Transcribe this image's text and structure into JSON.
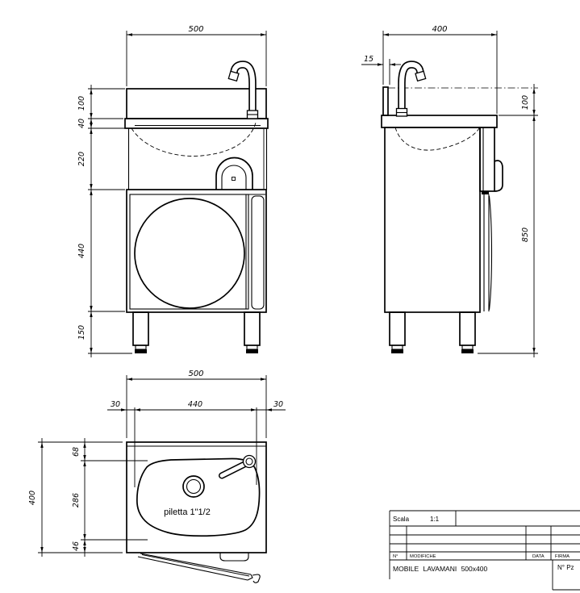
{
  "front": {
    "dim_width": "500",
    "dim_h100": "100",
    "dim_h40": "40",
    "dim_h220": "220",
    "dim_h440": "440",
    "dim_h150": "150"
  },
  "side": {
    "dim_width": "400",
    "dim_offset": "15",
    "dim_top": "100",
    "dim_height": "850"
  },
  "plan": {
    "dim_width": "500",
    "dim_left": "30",
    "dim_inner": "440",
    "dim_right": "30",
    "dim_depth": "400",
    "dim_d68": "68",
    "dim_d286": "286",
    "dim_d46": "46",
    "drain_label": "piletta 1\"1/2"
  },
  "title_block": {
    "scale_label": "Scala",
    "scale_value": "1:1",
    "col_n": "N°",
    "col_mod": "MODIFICHE",
    "col_data": "DATA",
    "col_firma": "FIRMA",
    "title": "MOBILE LAVAMANI 500x400",
    "pieces": "N° Pz"
  }
}
